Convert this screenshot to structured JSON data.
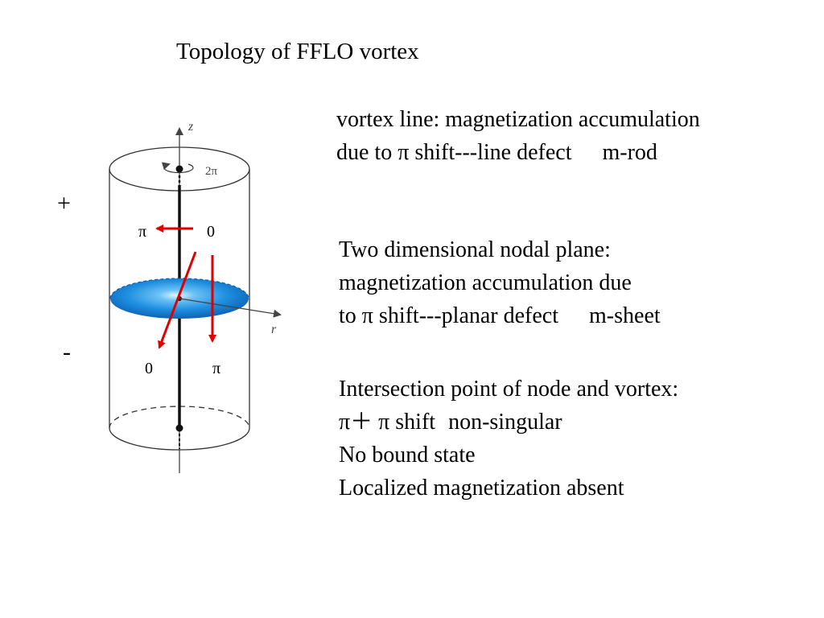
{
  "title": "Topology of FFLO vortex",
  "blocks": {
    "vortex": {
      "line1": "vortex line: magnetization accumulation",
      "line2a": "due to  π shift---line defect",
      "line2b": "m-rod"
    },
    "nodal": {
      "line1": "Two dimensional nodal plane:",
      "line2": "magnetization accumulation due",
      "line3a": " to π shift---planar defect",
      "line3b": "m-sheet"
    },
    "intersection": {
      "line1": "Intersection point of node and vortex:",
      "line2a": "π＋ π shift",
      "line2b": "non-singular",
      "line3": "No bound state",
      "line4": "Localized magnetization absent"
    }
  },
  "diagram": {
    "axis_z": "z",
    "axis_r": "r",
    "winding": "2π",
    "sign_upper": "+",
    "sign_lower": "-",
    "upper_left_phase": "π",
    "upper_right_phase": "0",
    "lower_left_phase": "0",
    "lower_right_phase": "π",
    "colors": {
      "arrow": "#e00000",
      "disk": "#1f8fe0",
      "disk_edge": "#0b5fb0"
    }
  }
}
